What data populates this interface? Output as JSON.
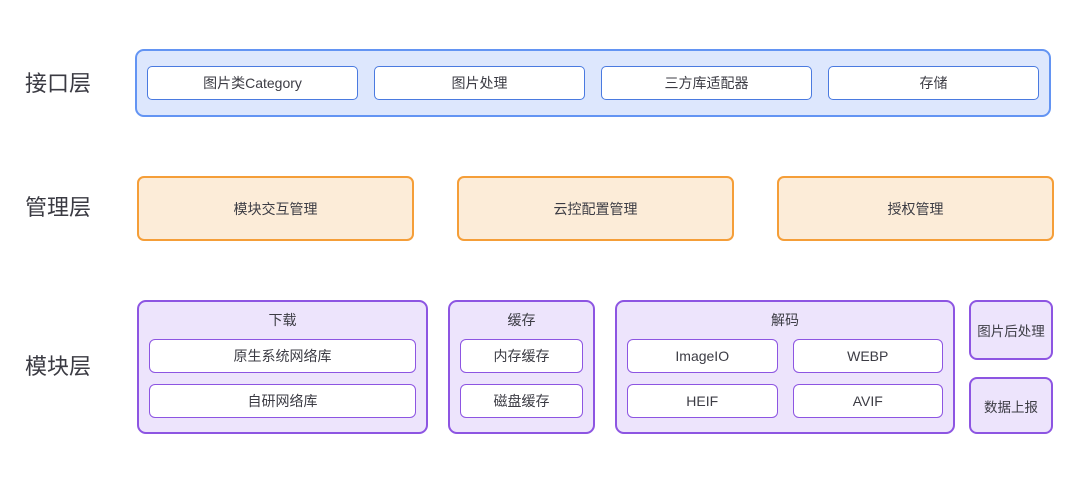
{
  "colors": {
    "blue_container_border": "#6394f3",
    "blue_container_fill": "#dde7fd",
    "blue_item_border": "#4a7ae0",
    "orange_border": "#f59e38",
    "orange_fill": "#fcecd8",
    "purple_border": "#8d55e2",
    "purple_fill": "#ede4fc",
    "text": "#3c3c44",
    "background": "#ffffff"
  },
  "layers": {
    "interface": {
      "label": "接口层",
      "items": [
        "图片类Category",
        "图片处理",
        "三方库适配器",
        "存储"
      ]
    },
    "management": {
      "label": "管理层",
      "items": [
        "模块交互管理",
        "云控配置管理",
        "授权管理"
      ]
    },
    "module": {
      "label": "模块层",
      "groups": [
        {
          "title": "下载",
          "items": [
            "原生系统网络库",
            "自研网络库"
          ]
        },
        {
          "title": "缓存",
          "items": [
            "内存缓存",
            "磁盘缓存"
          ]
        },
        {
          "title": "解码",
          "items": [
            "ImageIO",
            "WEBP",
            "HEIF",
            "AVIF"
          ]
        }
      ],
      "standalone": [
        "图片后处理",
        "数据上报"
      ]
    }
  }
}
